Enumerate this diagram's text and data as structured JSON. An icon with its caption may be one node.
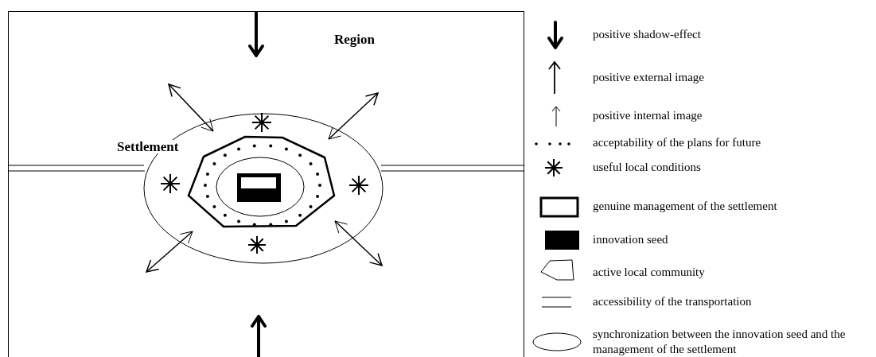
{
  "diagram": {
    "nodes": [
      {
        "text": [
          "Region"
        ]
      },
      {
        "text": [
          "Settlement"
        ],
        "in": 0
      }
    ],
    "legend": [
      {
        "text": "positive shadow-effect"
      },
      {
        "text": "positive external image"
      },
      {
        "text": "positive internal image"
      },
      {
        "text": "acceptability of the plans for future"
      },
      {
        "text": "useful local conditions"
      },
      {
        "text": "genuine management of the settlement"
      },
      {
        "text": "innovation seed"
      },
      {
        "text": "active local community"
      },
      {
        "text": "accessibility of the transportation"
      },
      {
        "text": "synchronization between the innovation seed and the management of the settlement"
      }
    ]
  }
}
